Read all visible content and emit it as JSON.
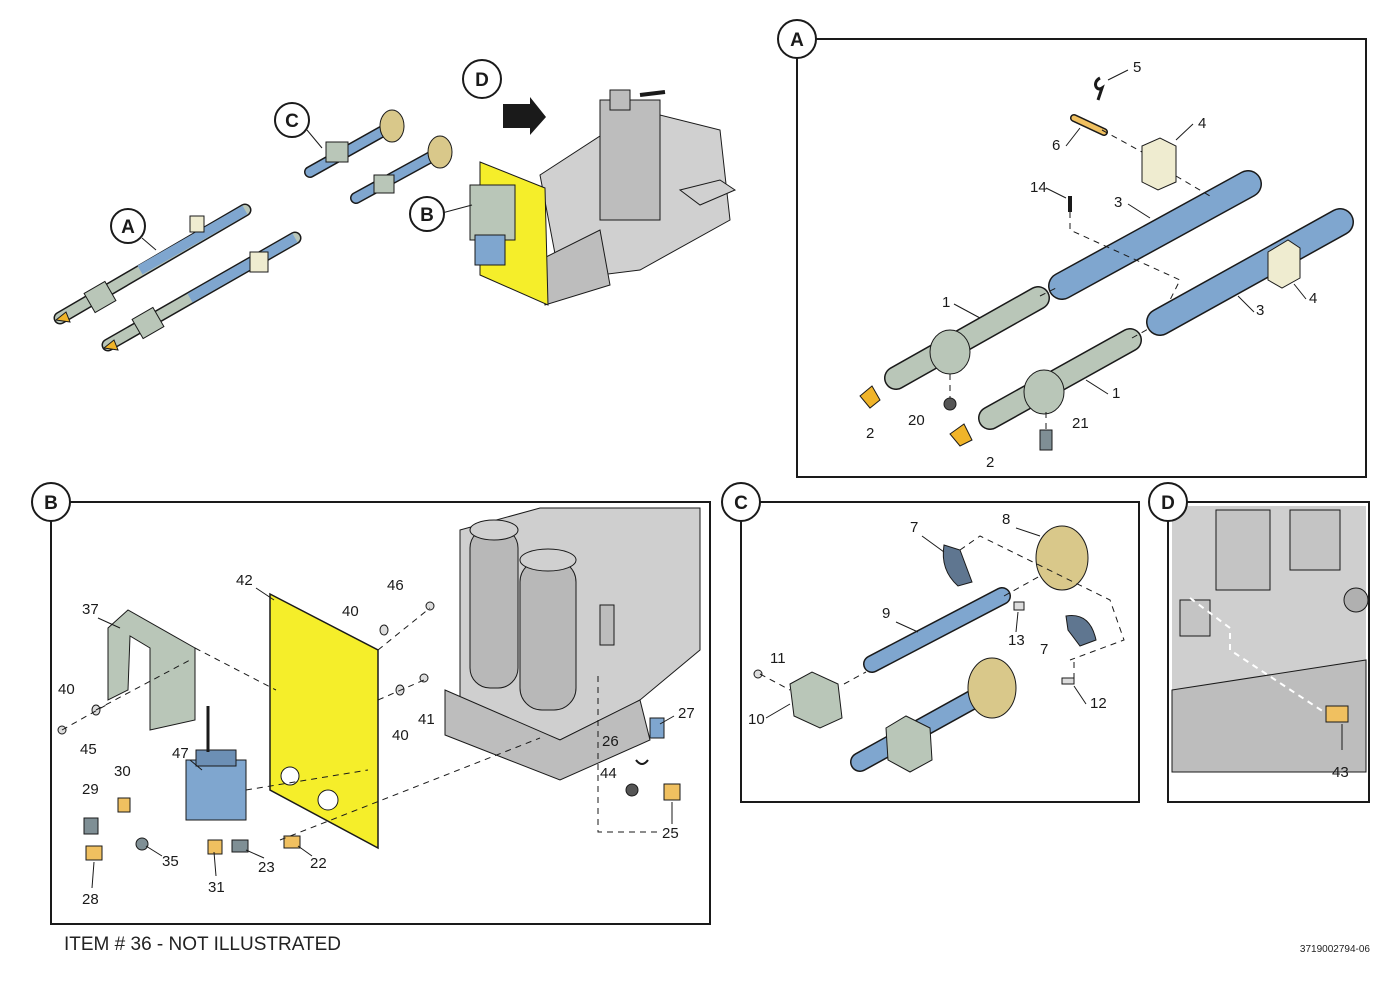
{
  "overview": {
    "callouts": [
      "A",
      "B",
      "C",
      "D"
    ]
  },
  "panels": {
    "A": {
      "title": "A",
      "labels": [
        "5",
        "4",
        "6",
        "14",
        "3",
        "1",
        "3",
        "4",
        "20",
        "1",
        "21",
        "2",
        "2"
      ]
    },
    "B": {
      "title": "B",
      "labels": [
        "42",
        "46",
        "40",
        "37",
        "40",
        "41",
        "40",
        "45",
        "47",
        "29",
        "30",
        "27",
        "26",
        "44",
        "35",
        "23",
        "22",
        "31",
        "28",
        "25"
      ]
    },
    "C": {
      "title": "C",
      "labels": [
        "7",
        "8",
        "9",
        "13",
        "7",
        "11",
        "10",
        "12"
      ]
    },
    "D": {
      "title": "D",
      "labels": [
        "43"
      ]
    }
  },
  "footer": {
    "note": "ITEM # 36 - NOT ILLUSTRATED",
    "doc_number": "3719002794-06"
  },
  "colors": {
    "shaft_blue": "#7fa6cf",
    "sleeve_green": "#b9c6b8",
    "yellow_plate": "#f5ee2a",
    "bolt_orange": "#f0b429",
    "block_cream": "#efecd0",
    "disc_tan": "#d9c88a",
    "machine_gray": "#bdbdbd",
    "outline": "#1a1a1a"
  }
}
